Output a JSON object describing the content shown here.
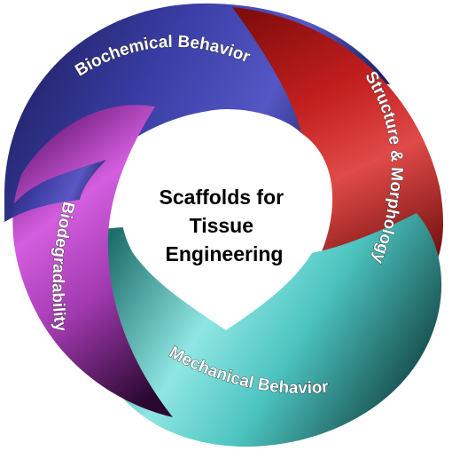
{
  "center": {
    "lines": [
      "Scaffolds for",
      "Tissue",
      "Engineering"
    ]
  },
  "bands": {
    "top": {
      "label": "Biochemical Behavior",
      "color": "#2b2e8c"
    },
    "right": {
      "label": "Structure & Morphology",
      "color": "#b01a1a"
    },
    "bottom": {
      "label": "Mechanical Behavior",
      "color": "#3fbcb8"
    },
    "left": {
      "label": "Biodegradability",
      "color": "#a637b3"
    }
  }
}
